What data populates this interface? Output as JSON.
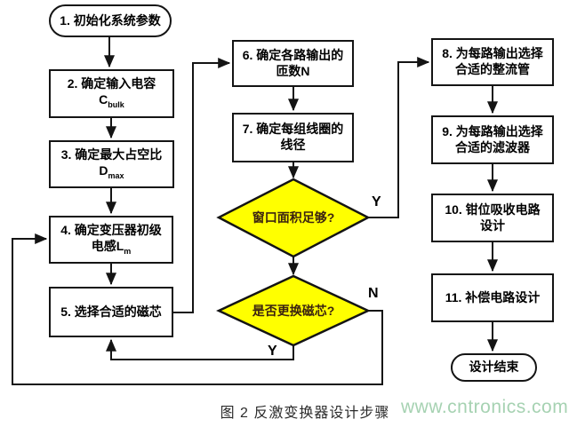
{
  "figure": {
    "caption": "图 2 反激变换器设计步骤",
    "watermark": "www.cntronics.com"
  },
  "colors": {
    "line": "#141414",
    "box_fill": "#ffffff",
    "decision_fill": "#ffff00",
    "decision_border": "#141414",
    "decision_text": "#3b2310",
    "watermark_text": "#a6d2b2"
  },
  "nodes": {
    "n1": {
      "text": "1. 初始化系统参数"
    },
    "n2": {
      "line1": "2. 确定输入电容",
      "sym": "C",
      "sub": "bulk"
    },
    "n3": {
      "line1": "3. 确定最大占空比",
      "sym": "D",
      "sub": "max"
    },
    "n4": {
      "line1": "4. 确定变压器初级",
      "line2": "电感L",
      "sub": "m"
    },
    "n5": {
      "text": "5. 选择合适的磁芯"
    },
    "n6": {
      "line1": "6. 确定各路输出的",
      "line2": "匝数N"
    },
    "n7": {
      "line1": "7. 确定每组线圈的",
      "line2": "线径"
    },
    "n8": {
      "line1": "8. 为每路输出选择",
      "line2": "合适的整流管"
    },
    "n9": {
      "line1": "9. 为每路输出选择",
      "line2": "合适的滤波器"
    },
    "n10": {
      "line1": "10. 钳位吸收电路",
      "line2": "设计"
    },
    "n11": {
      "text": "11. 补偿电路设计"
    },
    "end": {
      "text": "设计结束"
    }
  },
  "decisions": {
    "d1": {
      "text": "窗口面积足够?"
    },
    "d2": {
      "text": "是否更换磁芯?"
    }
  },
  "branch_labels": {
    "d1_yes": "Y",
    "d2_no": "N",
    "d2_yes": "Y"
  }
}
